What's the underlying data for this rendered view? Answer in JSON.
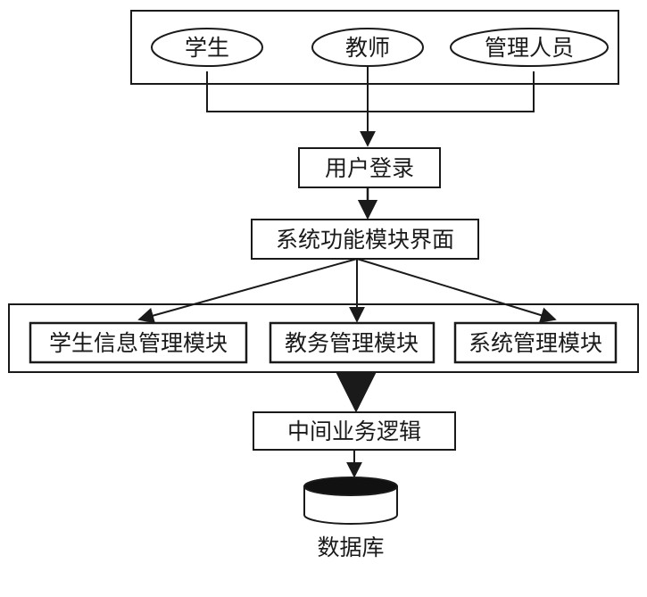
{
  "users": [
    "学生",
    "教师",
    "管理人员"
  ],
  "login": "用户登录",
  "interface": "系统功能模块界面",
  "modules": [
    "学生信息管理模块",
    "教务管理模块",
    "系统管理模块"
  ],
  "middle": "中间业务逻辑",
  "database": "数据库",
  "colors": {
    "stroke": "#1a1a1a",
    "background": "#ffffff",
    "db_top": "#111111"
  }
}
